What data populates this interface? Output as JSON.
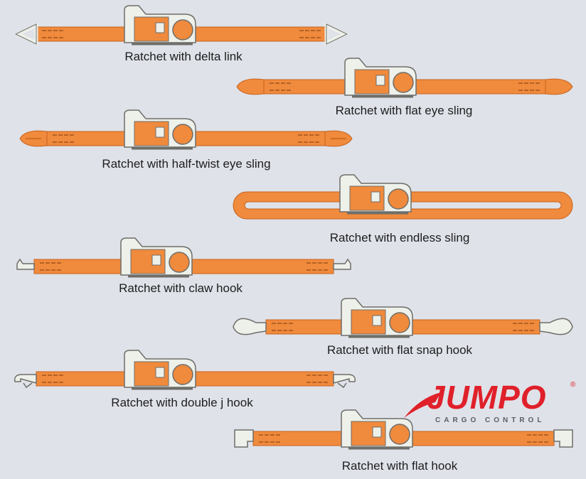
{
  "items": [
    {
      "type": "delta",
      "label": "Ratchet with delta link"
    },
    {
      "type": "flat_eye",
      "label": "Ratchet with flat eye sling"
    },
    {
      "type": "twist_eye",
      "label": "Ratchet with half-twist eye sling"
    },
    {
      "type": "endless",
      "label": "Ratchet with endless sling"
    },
    {
      "type": "claw",
      "label": "Ratchet with claw hook"
    },
    {
      "type": "snap",
      "label": "Ratchet with flat snap hook"
    },
    {
      "type": "jhook",
      "label": "Ratchet with double j hook"
    },
    {
      "type": "flat_hook",
      "label": "Ratchet with flat hook"
    }
  ],
  "logo": {
    "word": "JUMPO",
    "tagline": "CARGO CONTROL",
    "reg": "®"
  },
  "colors": {
    "strap": "#f08a3c",
    "strap_dark": "#c8621e",
    "metal": "#eef0ea",
    "outline": "#6e6e6a",
    "background": "#dfe2e8",
    "logo_red": "#e0202a"
  }
}
